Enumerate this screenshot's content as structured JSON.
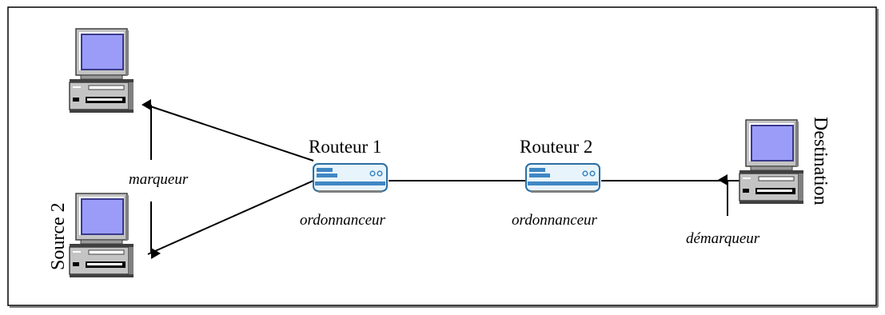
{
  "diagram": {
    "nodes": {
      "source1": {
        "label": "",
        "icon": "computer-icon"
      },
      "source2": {
        "label": "Source 2",
        "icon": "computer-icon"
      },
      "router1": {
        "label": "Routeur 1",
        "icon": "router-icon",
        "role": "ordonnanceur"
      },
      "router2": {
        "label": "Routeur 2",
        "icon": "router-icon",
        "role": "ordonnanceur"
      },
      "destination": {
        "label": "Destination",
        "icon": "computer-icon"
      }
    },
    "annotations": {
      "marker": "marqueur",
      "demarker": "démarqueur"
    },
    "colors": {
      "screen": "#9a9cf8",
      "screen_shadow": "#3a3a8c",
      "case": "#c4c4c4",
      "case_dark": "#808080",
      "router_face": "#e8f4fb",
      "router_stripe": "#3f87c4",
      "router_outline": "#2b6ea3",
      "border_shadow": "#7f7f7f"
    }
  }
}
